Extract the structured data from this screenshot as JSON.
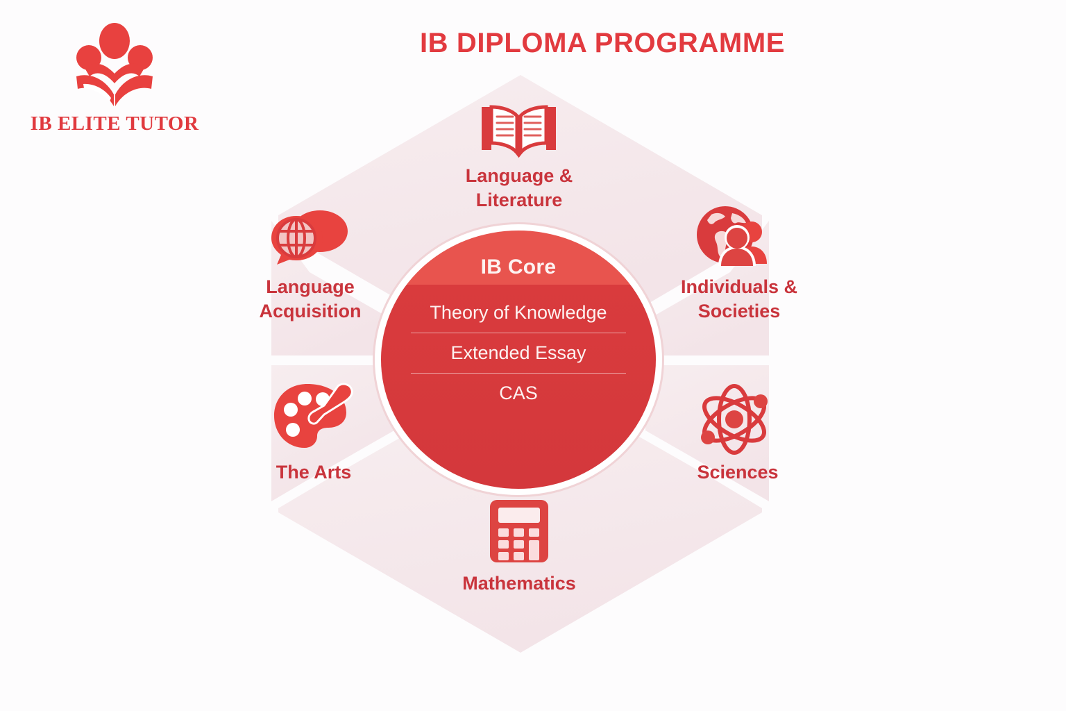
{
  "logo": {
    "name": "IB ELITE TUTOR",
    "icon": "crown-book-logo-icon",
    "color": "#e03a3f"
  },
  "header": {
    "title": "IB DIPLOMA PROGRAMME",
    "color": "#e23a3f"
  },
  "core": {
    "title": "IB Core",
    "items": [
      {
        "label": "Theory of Knowledge"
      },
      {
        "label": "Extended Essay"
      },
      {
        "label": "CAS"
      }
    ],
    "fill_top": "#e8544e",
    "fill_body": "#d93b3d",
    "ring_color": "#f0d3d6",
    "text_color": "#fdf3f2"
  },
  "hexagon": {
    "segment_fill": "#f5e9ec",
    "gap_color": "#ffffff",
    "label_color": "#c9343c"
  },
  "segments": [
    {
      "id": "language-literature",
      "label": "Language & Literature",
      "line1": "Language &",
      "line2": "Literature",
      "icon": "open-book-icon",
      "position": "top"
    },
    {
      "id": "individuals-societies",
      "label": "Individuals & Societies",
      "line1": "Individuals &",
      "line2": "Societies",
      "icon": "globe-people-icon",
      "position": "top-right"
    },
    {
      "id": "sciences",
      "label": "Sciences",
      "line1": "Sciences",
      "line2": "",
      "icon": "atom-icon",
      "position": "bottom-right"
    },
    {
      "id": "mathematics",
      "label": "Mathematics",
      "line1": "Mathematics",
      "line2": "",
      "icon": "calculator-icon",
      "position": "bottom"
    },
    {
      "id": "the-arts",
      "label": "The Arts",
      "line1": "The Arts",
      "line2": "",
      "icon": "paint-palette-icon",
      "position": "bottom-left"
    },
    {
      "id": "language-acquisition",
      "label": "Language Acquisition",
      "line1": "Language",
      "line2": "Acquisition",
      "icon": "globe-speech-bubble-icon",
      "position": "top-left"
    }
  ]
}
